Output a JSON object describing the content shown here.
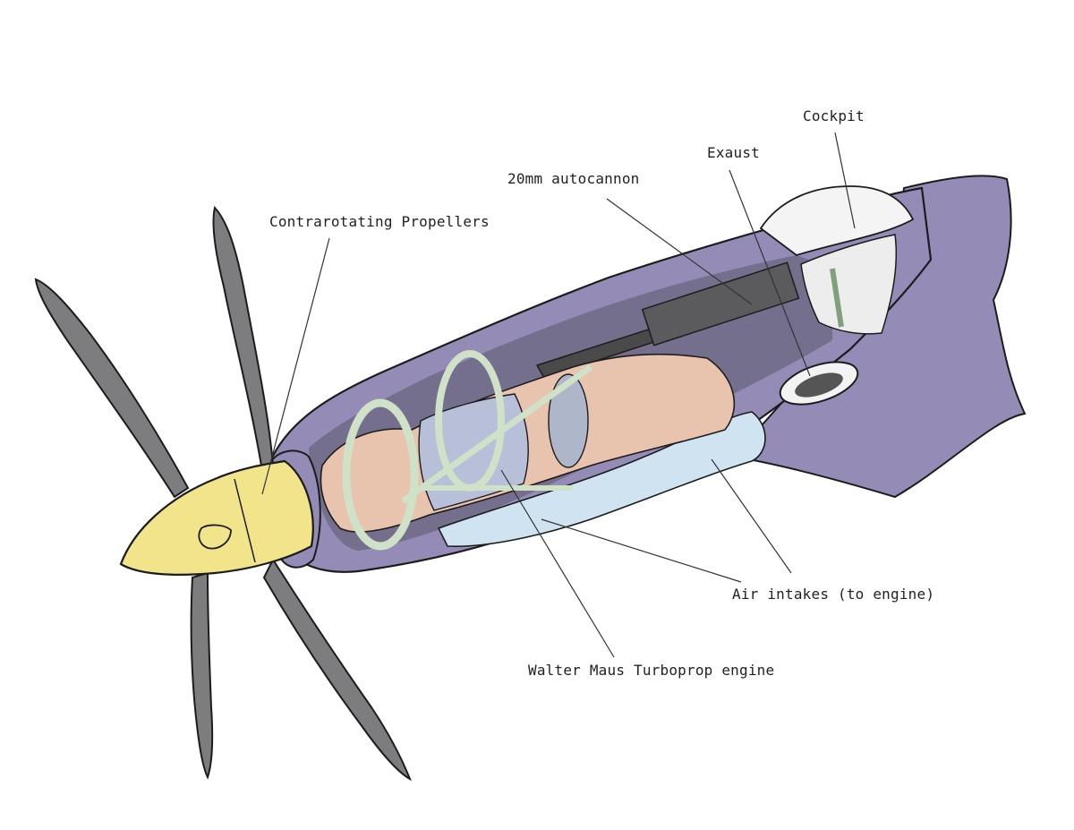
{
  "labels": {
    "propellers": "Contrarotating Propellers",
    "autocannon": "20mm autocannon",
    "exaust": "Exaust",
    "cockpit": "Cockpit",
    "air_intakes": "Air intakes (to engine)",
    "engine": "Walter Maus Turboprop engine"
  },
  "colors": {
    "fuselage": "#948cb6",
    "spinner": "#f2e48a",
    "engine": "#e8c3ae",
    "frames": "#cfe2c8",
    "intake": "#cfe4f0",
    "blade": "#7d7d80",
    "outline": "#1c1c1c"
  }
}
